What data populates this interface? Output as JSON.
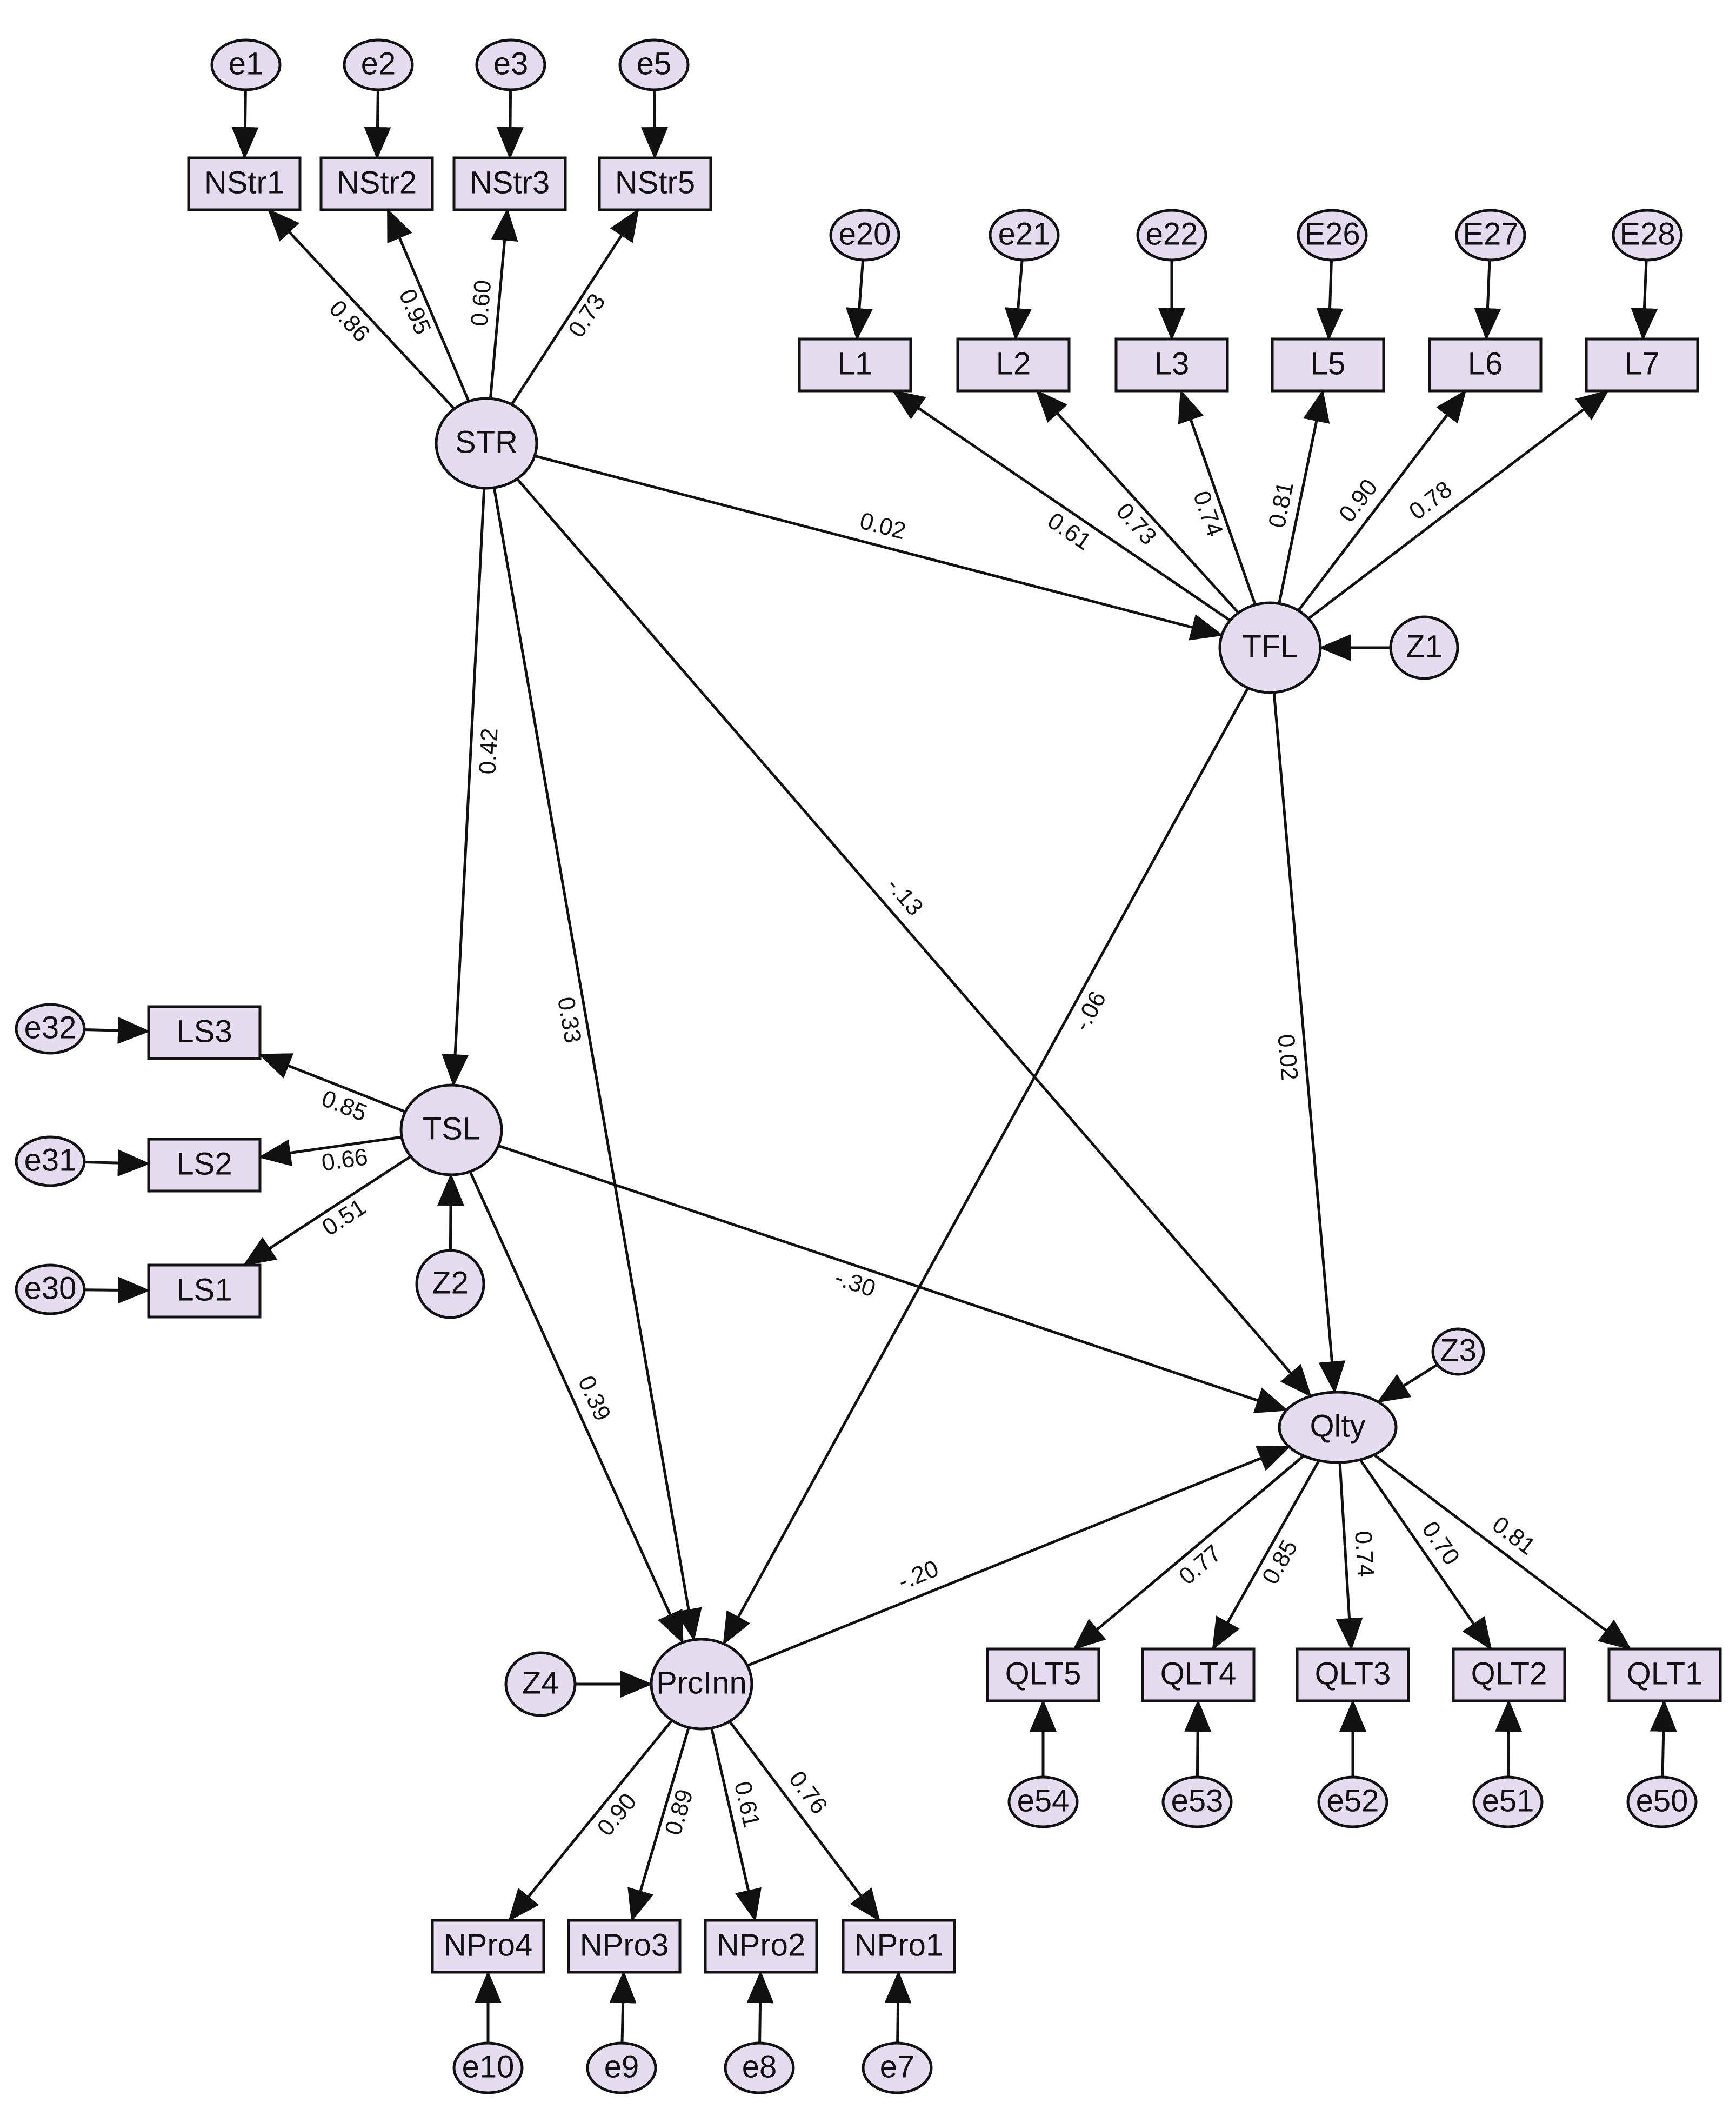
{
  "diagram": {
    "colors": {
      "node_fill": "#e6dcf0",
      "stroke": "#111111",
      "background": "#ffffff"
    },
    "latents": {
      "STR": "STR",
      "TFL": "TFL",
      "TSL": "TSL",
      "Qlty": "Qlty",
      "PrcInn": "PrcInn",
      "Z1": "Z1",
      "Z2": "Z2",
      "Z3": "Z3",
      "Z4": "Z4"
    },
    "errors": {
      "e1": "e1",
      "e2": "e2",
      "e3": "e3",
      "e5": "e5",
      "e20": "e20",
      "e21": "e21",
      "e22": "e22",
      "E26": "E26",
      "E27": "E27",
      "E28": "E28",
      "e32": "e32",
      "e31": "e31",
      "e30": "e30",
      "e54": "e54",
      "e53": "e53",
      "e52": "e52",
      "e51": "e51",
      "e50": "e50",
      "e10": "e10",
      "e9": "e9",
      "e8": "e8",
      "e7": "e7"
    },
    "indicators": {
      "NStr1": "NStr1",
      "NStr2": "NStr2",
      "NStr3": "NStr3",
      "NStr5": "NStr5",
      "L1": "L1",
      "L2": "L2",
      "L3": "L3",
      "L5": "L5",
      "L6": "L6",
      "L7": "L7",
      "LS3": "LS3",
      "LS2": "LS2",
      "LS1": "LS1",
      "QLT5": "QLT5",
      "QLT4": "QLT4",
      "QLT3": "QLT3",
      "QLT2": "QLT2",
      "QLT1": "QLT1",
      "NPro4": "NPro4",
      "NPro3": "NPro3",
      "NPro2": "NPro2",
      "NPro1": "NPro1"
    },
    "coefficients": {
      "STR_NStr1": "0.86",
      "STR_NStr2": "0.95",
      "STR_NStr3": "0.60",
      "STR_NStr5": "0.73",
      "TFL_L1": "0.61",
      "TFL_L2": "0.73",
      "TFL_L3": "0.74",
      "TFL_L5": "0.81",
      "TFL_L6": "0.90",
      "TFL_L7": "0.78",
      "STR_TFL": "0.02",
      "STR_TSL": "0.42",
      "STR_Qlty": "-.13",
      "STR_PrcInn": "0.33",
      "TFL_Qlty": "0.02",
      "TFL_PrcInn": "-.06",
      "TSL_LS3": "0.85",
      "TSL_LS2": "0.66",
      "TSL_LS1": "0.51",
      "TSL_Qlty": "-.30",
      "TSL_PrcInn": "0.39",
      "PrcInn_Qlty": "-.20",
      "Qlty_QLT5": "0.77",
      "Qlty_QLT4": "0.85",
      "Qlty_QLT3": "0.74",
      "Qlty_QLT2": "0.70",
      "Qlty_QLT1": "0.81",
      "PrcInn_NPro4": "0.90",
      "PrcInn_NPro3": "0.89",
      "PrcInn_NPro2": "0.61",
      "PrcInn_NPro1": "0.76"
    }
  }
}
